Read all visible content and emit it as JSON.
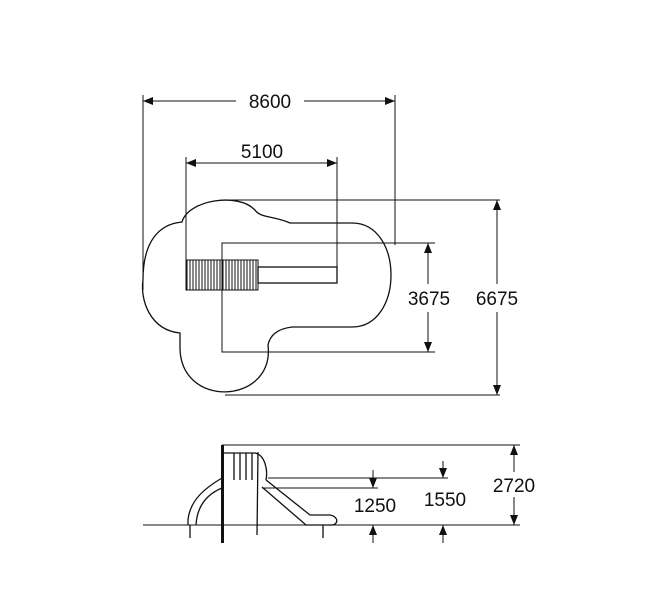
{
  "plan_view": {
    "overall_length": "8600",
    "structure_length": "5100",
    "structure_width": "3675",
    "overall_width": "6675"
  },
  "side_view": {
    "overall_height": "2720",
    "platform_height_1": "1250",
    "platform_height_2": "1550"
  },
  "colors": {
    "line": "#111111",
    "background": "#ffffff"
  }
}
